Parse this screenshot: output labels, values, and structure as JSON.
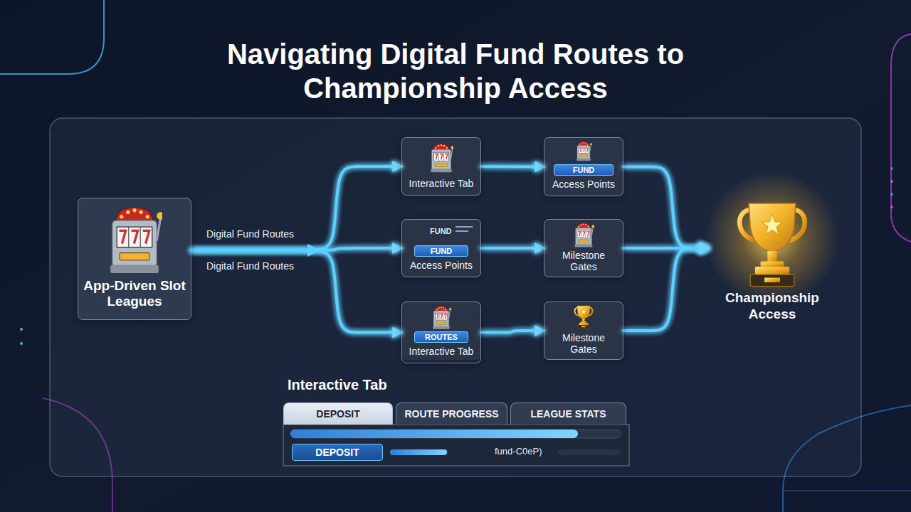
{
  "diagram": {
    "title": "Navigating Digital Fund Routes to Championship Access",
    "nodes": [
      {
        "text": [
          "App-Driven Slot Leagues"
        ]
      },
      {
        "text": [
          "Interactive Tab"
        ]
      },
      {
        "text": [
          "FUND",
          "Access Points"
        ]
      },
      {
        "text": [
          "FUND",
          "FUND",
          "Access Points"
        ]
      },
      {
        "text": [
          "Milestone Gates"
        ]
      },
      {
        "text": [
          "ROUTES",
          "Interactive Tab"
        ]
      },
      {
        "text": [
          "Milestone Gates"
        ]
      },
      {
        "text": [
          "Championship Access"
        ]
      },
      {
        "text": [
          "Interactive Tab",
          "fund-C0eP)"
        ]
      },
      {
        "text": [
          "DEPOSIT"
        ],
        "in": 8
      },
      {
        "text": [
          "ROUTE PROGRESS"
        ],
        "in": 8
      },
      {
        "text": [
          "LEAGUE STATS"
        ],
        "in": 8
      },
      {
        "text": [
          "DEPOSIT"
        ],
        "in": 8
      }
    ],
    "edges": [
      {
        "from": 0,
        "to": 1,
        "arrow": "to",
        "label": "Digital Fund Routes"
      },
      {
        "from": 0,
        "to": 3,
        "arrow": "to"
      },
      {
        "from": 0,
        "to": 5,
        "arrow": "to",
        "label": "Digital Fund Routes"
      },
      {
        "from": 1,
        "to": 2,
        "arrow": "to"
      },
      {
        "from": 3,
        "to": 4,
        "arrow": "to"
      },
      {
        "from": 5,
        "to": 6,
        "arrow": "to"
      },
      {
        "from": 2,
        "to": 7,
        "arrow": "to"
      },
      {
        "from": 4,
        "to": 7,
        "arrow": "to"
      },
      {
        "from": 6,
        "to": 7,
        "arrow": "to"
      }
    ]
  }
}
